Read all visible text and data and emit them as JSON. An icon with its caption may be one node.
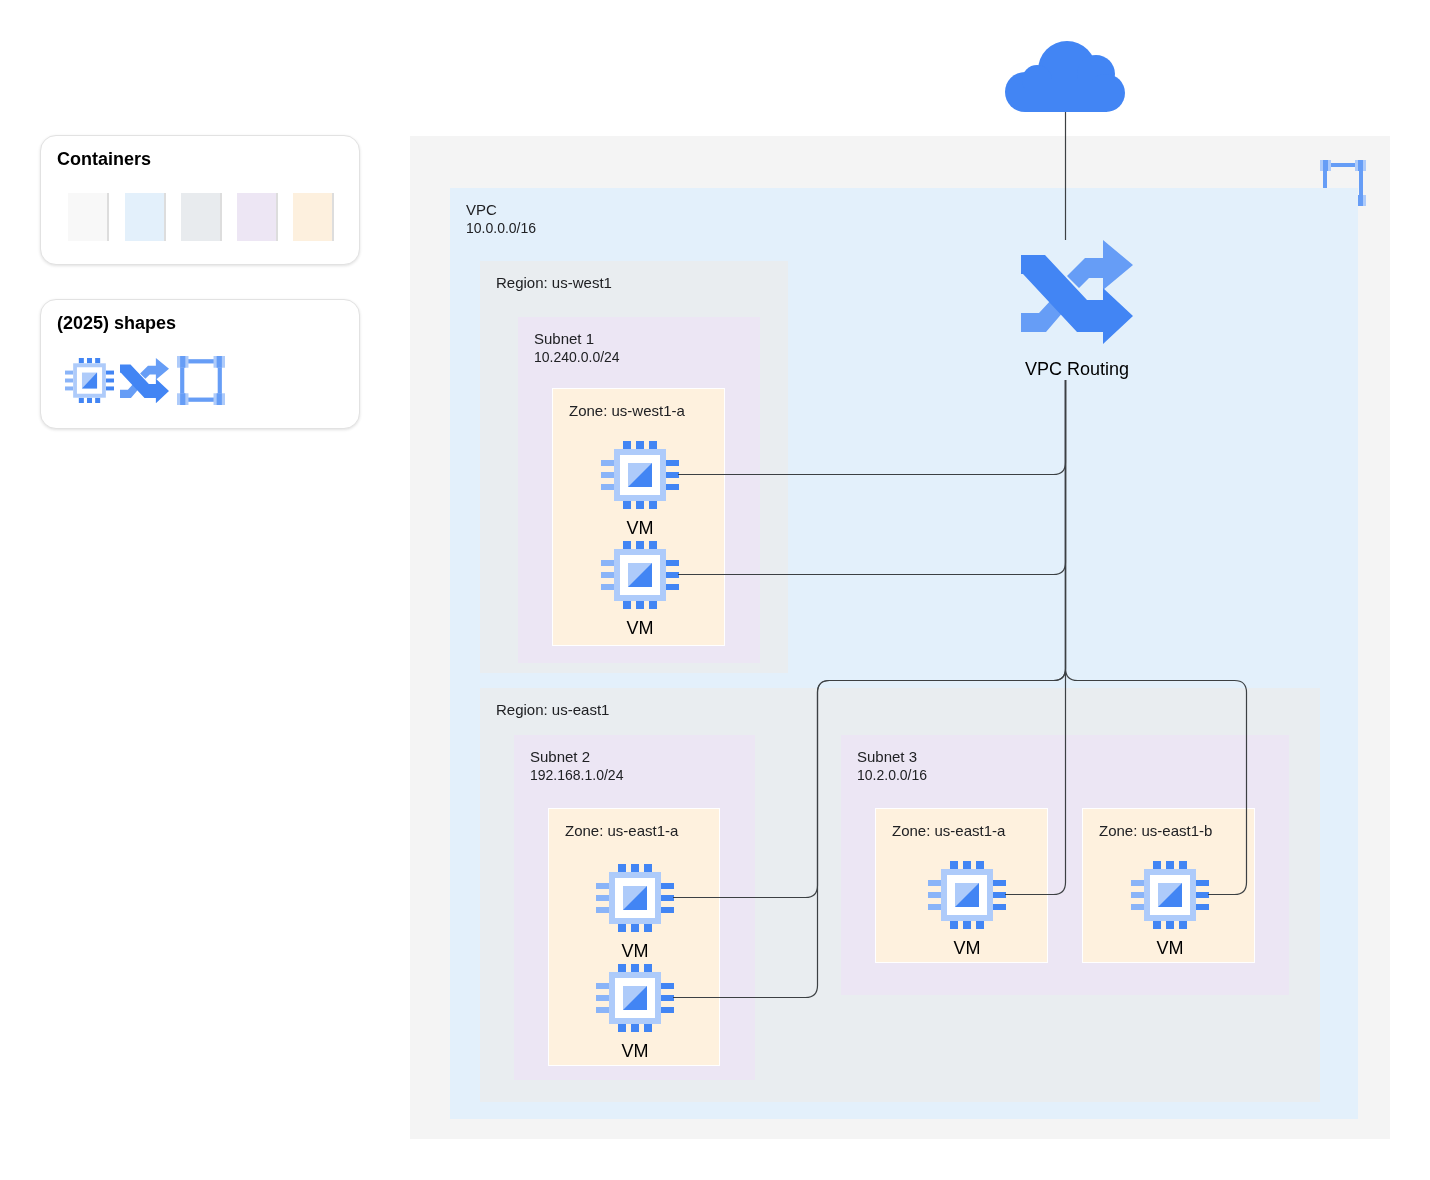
{
  "diagram": {
    "nodes": [
      {
        "text": [
          "Containers"
        ]
      },
      {
        "text": [],
        "shape": "box",
        "in": 0
      },
      {
        "text": [],
        "shape": "box",
        "in": 0
      },
      {
        "text": [],
        "shape": "box",
        "in": 0
      },
      {
        "text": [],
        "shape": "box",
        "in": 0
      },
      {
        "text": [],
        "shape": "box",
        "in": 0
      },
      {
        "text": [
          "(2025) shapes"
        ]
      },
      {
        "text": [],
        "shape": "cloud"
      },
      {
        "text": [],
        "shape": "box"
      },
      {
        "text": [
          "VPC",
          "10.0.0.0/16"
        ],
        "in": 8
      },
      {
        "text": [
          "VPC Routing"
        ],
        "in": 9
      },
      {
        "text": [
          "Region: us-west1"
        ],
        "in": 9
      },
      {
        "text": [
          "Subnet 1",
          "10.240.0.0/24"
        ],
        "in": 11
      },
      {
        "text": [
          "Zone: us-west1-a"
        ],
        "in": 12
      },
      {
        "text": [
          "VM"
        ],
        "in": 13
      },
      {
        "text": [
          "VM"
        ],
        "in": 13
      },
      {
        "text": [
          "Region: us-east1"
        ],
        "in": 9
      },
      {
        "text": [
          "Subnet 2",
          "192.168.1.0/24"
        ],
        "in": 16
      },
      {
        "text": [
          "Zone: us-east1-a"
        ],
        "in": 17
      },
      {
        "text": [
          "VM"
        ],
        "in": 18
      },
      {
        "text": [
          "VM"
        ],
        "in": 18
      },
      {
        "text": [
          "Subnet 3",
          "10.2.0.0/16"
        ],
        "in": 16
      },
      {
        "text": [
          "Zone: us-east1-a"
        ],
        "in": 21
      },
      {
        "text": [
          "VM"
        ],
        "in": 22
      },
      {
        "text": [
          "Zone: us-east1-b"
        ],
        "in": 21
      },
      {
        "text": [
          "VM"
        ],
        "in": 24
      }
    ],
    "edges": [
      {
        "from": 7,
        "to": 10,
        "arrow": "none"
      },
      {
        "from": 10,
        "to": 14,
        "arrow": "none"
      },
      {
        "from": 10,
        "to": 15,
        "arrow": "none"
      },
      {
        "from": 10,
        "to": 19,
        "arrow": "none"
      },
      {
        "from": 10,
        "to": 20,
        "arrow": "none"
      },
      {
        "from": 10,
        "to": 23,
        "arrow": "none"
      },
      {
        "from": 10,
        "to": 25,
        "arrow": "none"
      }
    ]
  }
}
